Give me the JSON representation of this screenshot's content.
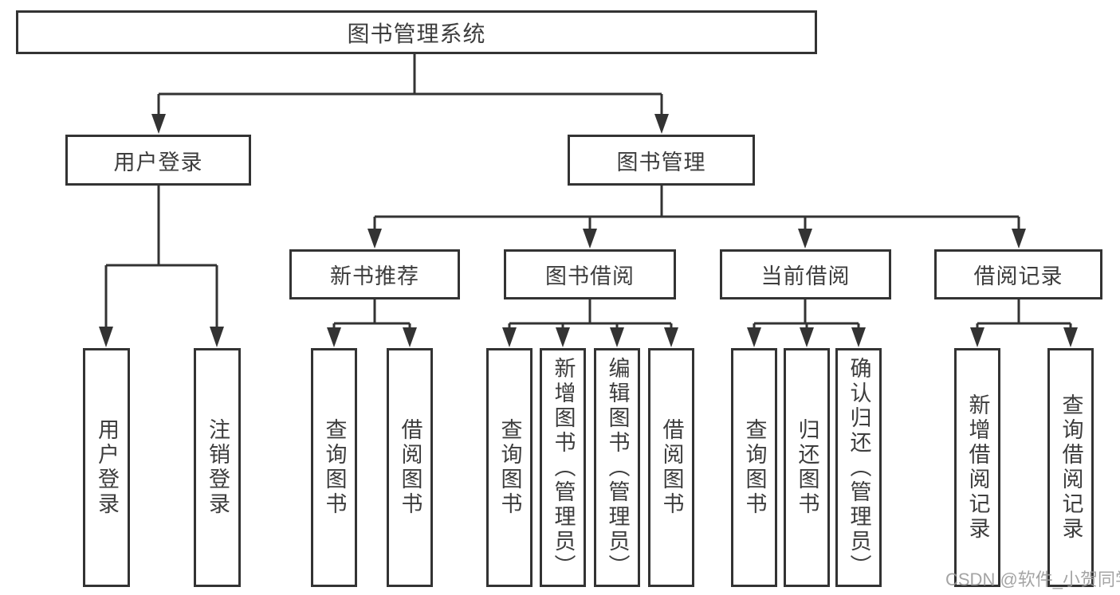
{
  "tree": {
    "root": {
      "label": "图书管理系统"
    },
    "branches": [
      {
        "label": "用户登录",
        "children": [
          {
            "label": "用户登录"
          },
          {
            "label": "注销登录"
          }
        ]
      },
      {
        "label": "图书管理",
        "children": [
          {
            "label": "新书推荐",
            "children": [
              {
                "label": "查询图书"
              },
              {
                "label": "借阅图书"
              }
            ]
          },
          {
            "label": "图书借阅",
            "children": [
              {
                "label": "查询图书"
              },
              {
                "label": "新增图书（管理员）"
              },
              {
                "label": "编辑图书（管理员）"
              },
              {
                "label": "借阅图书"
              }
            ]
          },
          {
            "label": "当前借阅",
            "children": [
              {
                "label": "查询图书"
              },
              {
                "label": "归还图书"
              },
              {
                "label": "确认归还（管理员）"
              }
            ]
          },
          {
            "label": "借阅记录",
            "children": [
              {
                "label": "新增借阅记录"
              },
              {
                "label": "查询借阅记录"
              }
            ]
          }
        ]
      }
    ]
  },
  "watermark": {
    "text": "CSDN @软件_小贺同学"
  },
  "colors": {
    "line": "#333333",
    "text": "#3d3d3d",
    "watermark": "#9b9b9b"
  }
}
